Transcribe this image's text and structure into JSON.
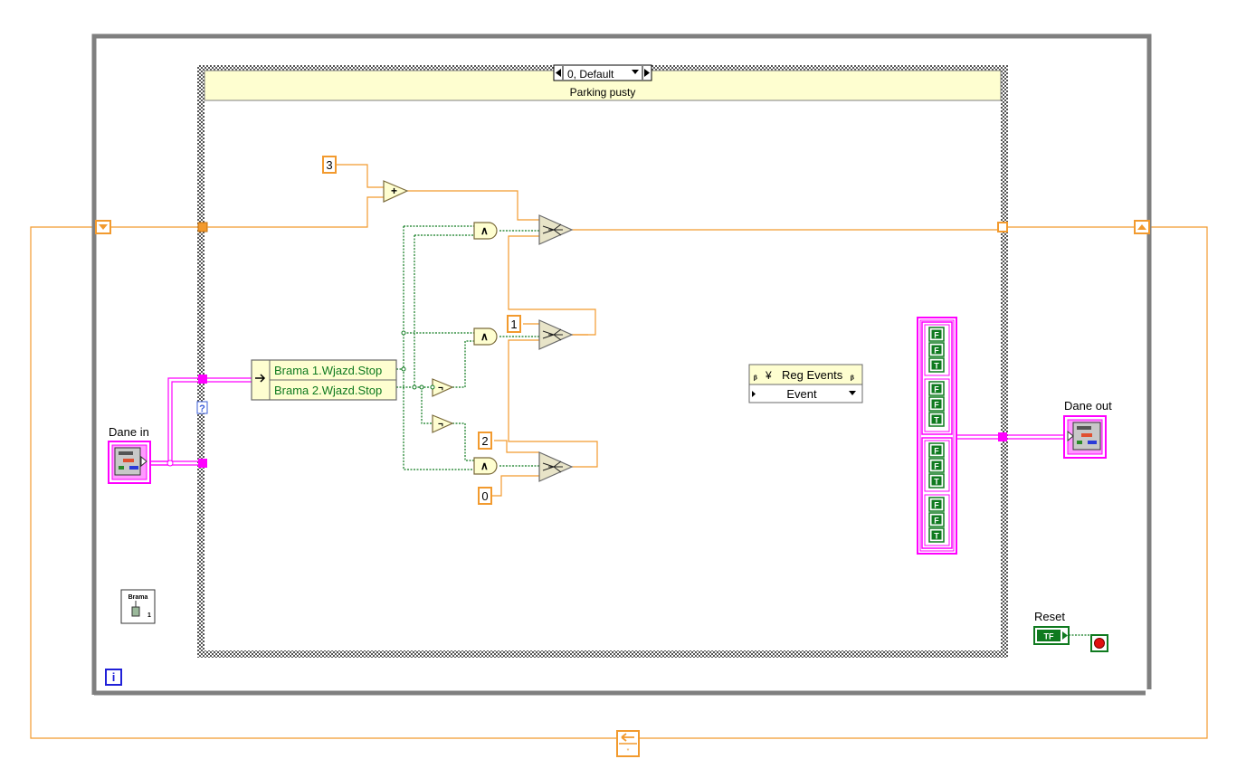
{
  "case_structure": {
    "selector_value": "0, Default",
    "event_label": "Parking pusty"
  },
  "constants": {
    "three": "3",
    "one": "1",
    "two": "2",
    "zero": "0"
  },
  "property_node": {
    "items": [
      "Brama 1.Wjazd.Stop",
      "Brama 2.Wjazd.Stop"
    ]
  },
  "reg_events": {
    "title": "Reg Events",
    "output": "Event"
  },
  "cluster_constant": {
    "groups": [
      [
        "F",
        "F",
        "T"
      ],
      [
        "F",
        "F",
        "T"
      ],
      [
        "F",
        "F",
        "T"
      ],
      [
        "F",
        "F",
        "T"
      ]
    ]
  },
  "terminals": {
    "dane_in": "Dane in",
    "dane_out": "Dane out",
    "reset": "Reset",
    "reset_value": "TF",
    "brama_icon": "Brama",
    "brama_index": "1",
    "iteration": "i",
    "unwired": "?"
  },
  "colors": {
    "numeric_wire": "#f29a2e",
    "boolean_wire": "#0f7a1f",
    "cluster_wire": "#ff00ff",
    "loop_border": "#7f7f7f",
    "case_header": "#fefed0"
  }
}
